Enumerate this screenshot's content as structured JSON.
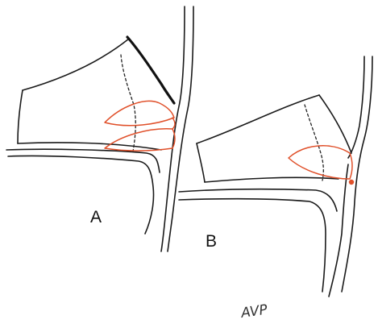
{
  "labels": {
    "panel_a": "A",
    "panel_b": "B",
    "handwritten_note": "AVP"
  },
  "colors": {
    "ink": "#1a1a1a",
    "highlight": "#e0502a"
  }
}
